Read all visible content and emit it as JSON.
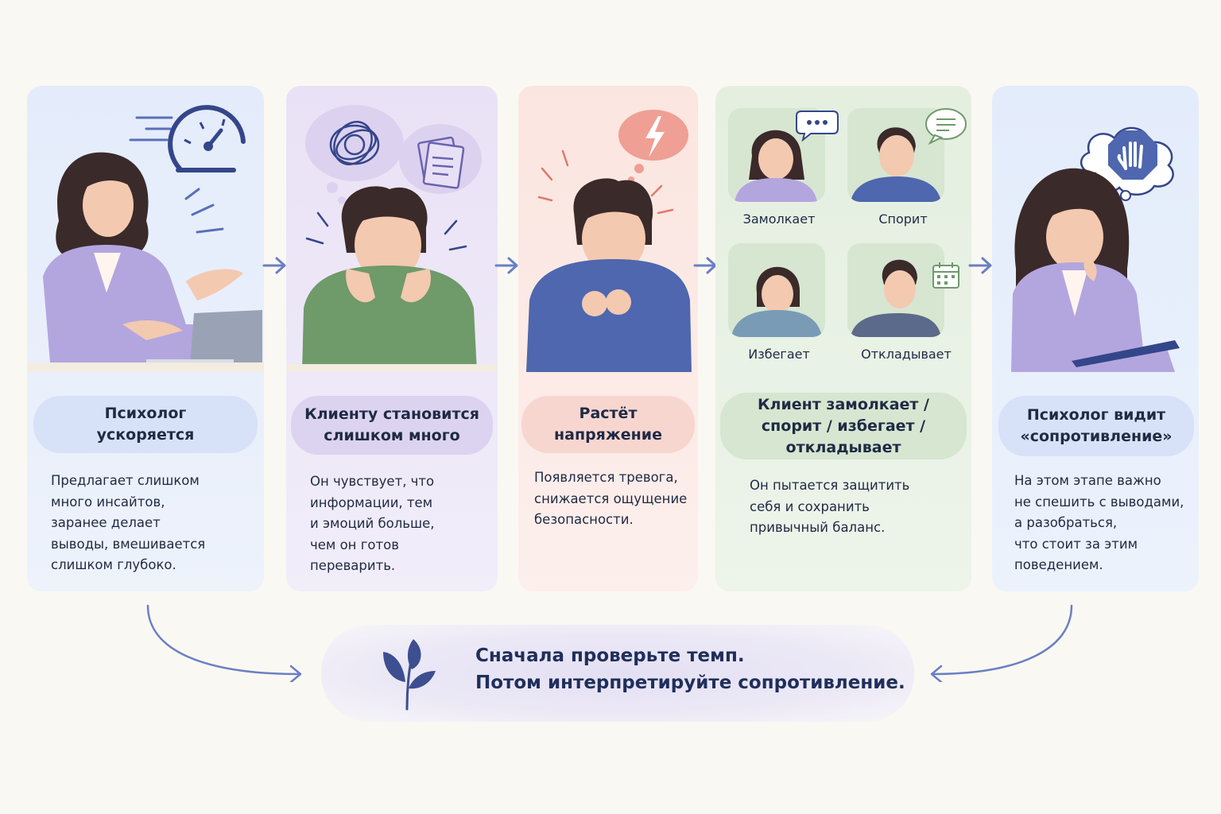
{
  "steps": [
    {
      "title": "Психолог\nускоряется",
      "text": "Предлагает слишком\nмного инсайтов,\nзаранее делает\nвыводы, вмешивается\nслишком глубоко."
    },
    {
      "title": "Клиенту становится\nслишком много",
      "text": "Он чувствует, что\nинформации, тем\nи эмоций больше,\nчем он готов\nпереварить."
    },
    {
      "title": "Растёт\nнапряжение",
      "text": "Появляется тревога,\nснижается ощущение\nбезопасности."
    },
    {
      "title": "Клиент замолкает /\nспорит / избегает /\nоткладывает",
      "text": "Он пытается защитить\nсебя и сохранить\nпривычный баланс."
    },
    {
      "title": "Психолог видит\n«сопротивление»",
      "text": "На этом этапе важно\nне спешить с выводами,\nа разобраться,\nчто стоит за этим\nповедением."
    }
  ],
  "reactions": [
    "Замолкает",
    "Спорит",
    "Избегает",
    "Откладывает"
  ],
  "banner": {
    "line1": "Сначала проверьте темп.",
    "line2": "Потом интерпретируйте сопротивление."
  },
  "colors": {
    "blue": "#e4ecfb",
    "lavender": "#e9e2f6",
    "peach": "#fbe5e0",
    "green": "#e4efe0",
    "arrow": "#6a7fc4",
    "navy": "#34468a"
  },
  "icons": [
    "speedometer-icon",
    "tangle-icon",
    "documents-icon",
    "lightning-icon",
    "speech-dots-icon",
    "speech-lines-icon",
    "calendar-icon",
    "stop-hand-icon",
    "leaf-icon"
  ]
}
